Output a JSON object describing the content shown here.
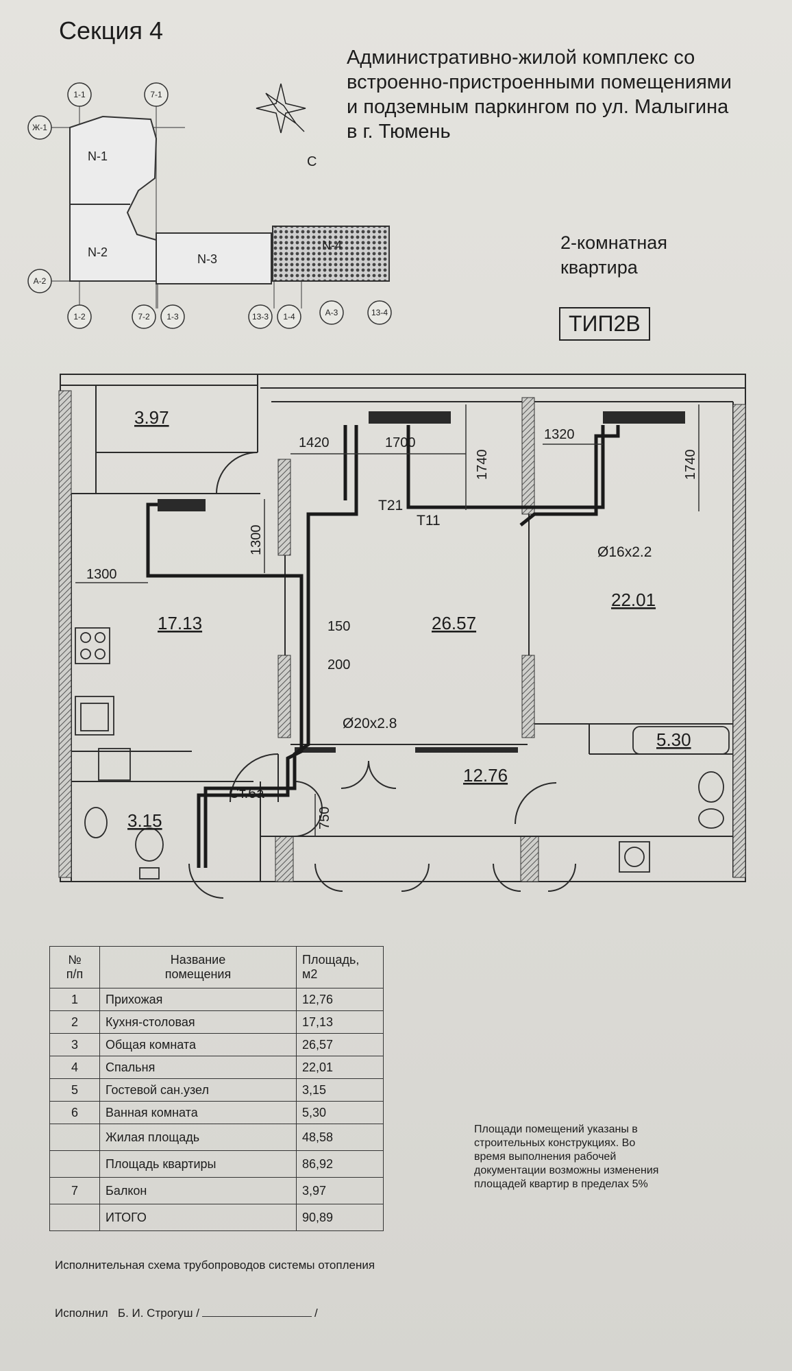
{
  "header": {
    "section": "Секция 4",
    "project_lines": [
      "Административно-жилой комплекс со",
      "встроенно-пристроенными помещениями",
      "и подземным паркингом по ул. Малыгина",
      "в г. Тюмень"
    ],
    "apartment_type_lines": [
      "2-комнатная",
      "квартира"
    ],
    "apartment_code": "ТИП2В"
  },
  "key_plan": {
    "sections": [
      "N-1",
      "N-2",
      "N-3",
      "N-4"
    ],
    "axes": [
      "1-1",
      "7-1",
      "Ж-1",
      "А-2",
      "1-2",
      "7-2",
      "1-3",
      "13-3",
      "1-4",
      "А-3",
      "13-4"
    ],
    "north_label": "С"
  },
  "plan": {
    "room_areas": [
      "3.97",
      "17.13",
      "26.57",
      "22.01",
      "12.76",
      "3.15",
      "5.30"
    ],
    "dimensions": [
      "1420",
      "1700",
      "1740",
      "1320",
      "1740",
      "1300",
      "1300",
      "150",
      "200",
      "750"
    ],
    "pipe_labels": [
      "Т21",
      "Т11",
      "Ø16х2.2",
      "Ø20х2.8"
    ],
    "riser_label": "Ст.6а"
  },
  "table": {
    "headers": [
      "№\nп/п",
      "Название\nпомещения",
      "Площадь,\nм2"
    ],
    "rows": [
      [
        "1",
        "Прихожая",
        "12,76"
      ],
      [
        "2",
        "Кухня-столовая",
        "17,13"
      ],
      [
        "3",
        "Общая комната",
        "26,57"
      ],
      [
        "4",
        "Спальня",
        "22,01"
      ],
      [
        "5",
        "Гостевой сан.узел",
        "3,15"
      ],
      [
        "6",
        "Ванная комната",
        "5,30"
      ],
      [
        "",
        "Жилая площадь",
        "48,58"
      ],
      [
        "",
        "Площадь квартиры",
        "86,92"
      ],
      [
        "7",
        "Балкон",
        "3,97"
      ],
      [
        "",
        "ИТОГО",
        "90,89"
      ]
    ]
  },
  "note_lines": [
    "Площади помещений указаны в",
    "строительных конструкциях. Во",
    "время выполнения рабочей",
    "документации возможны изменения",
    "площадей квартир в пределах 5%"
  ],
  "footer": {
    "title": "Исполнительная схема трубопроводов системы отопления",
    "executed_by_label": "Исполнил",
    "executor_name": "Б. И. Строгуш /",
    "sign_end": "/"
  }
}
